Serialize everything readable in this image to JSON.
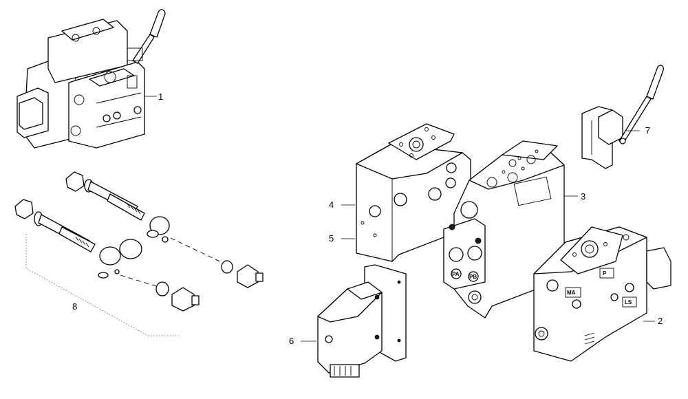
{
  "callouts": [
    {
      "id": "1",
      "label": "1"
    },
    {
      "id": "2",
      "label": "2"
    },
    {
      "id": "3",
      "label": "3"
    },
    {
      "id": "4",
      "label": "4"
    },
    {
      "id": "5",
      "label": "5"
    },
    {
      "id": "6",
      "label": "6"
    },
    {
      "id": "7",
      "label": "7"
    },
    {
      "id": "8",
      "label": "8"
    }
  ],
  "port_markings": {
    "ma": "MA",
    "p": "P",
    "ls": "LS",
    "pa": "PA",
    "pb": "PB"
  }
}
